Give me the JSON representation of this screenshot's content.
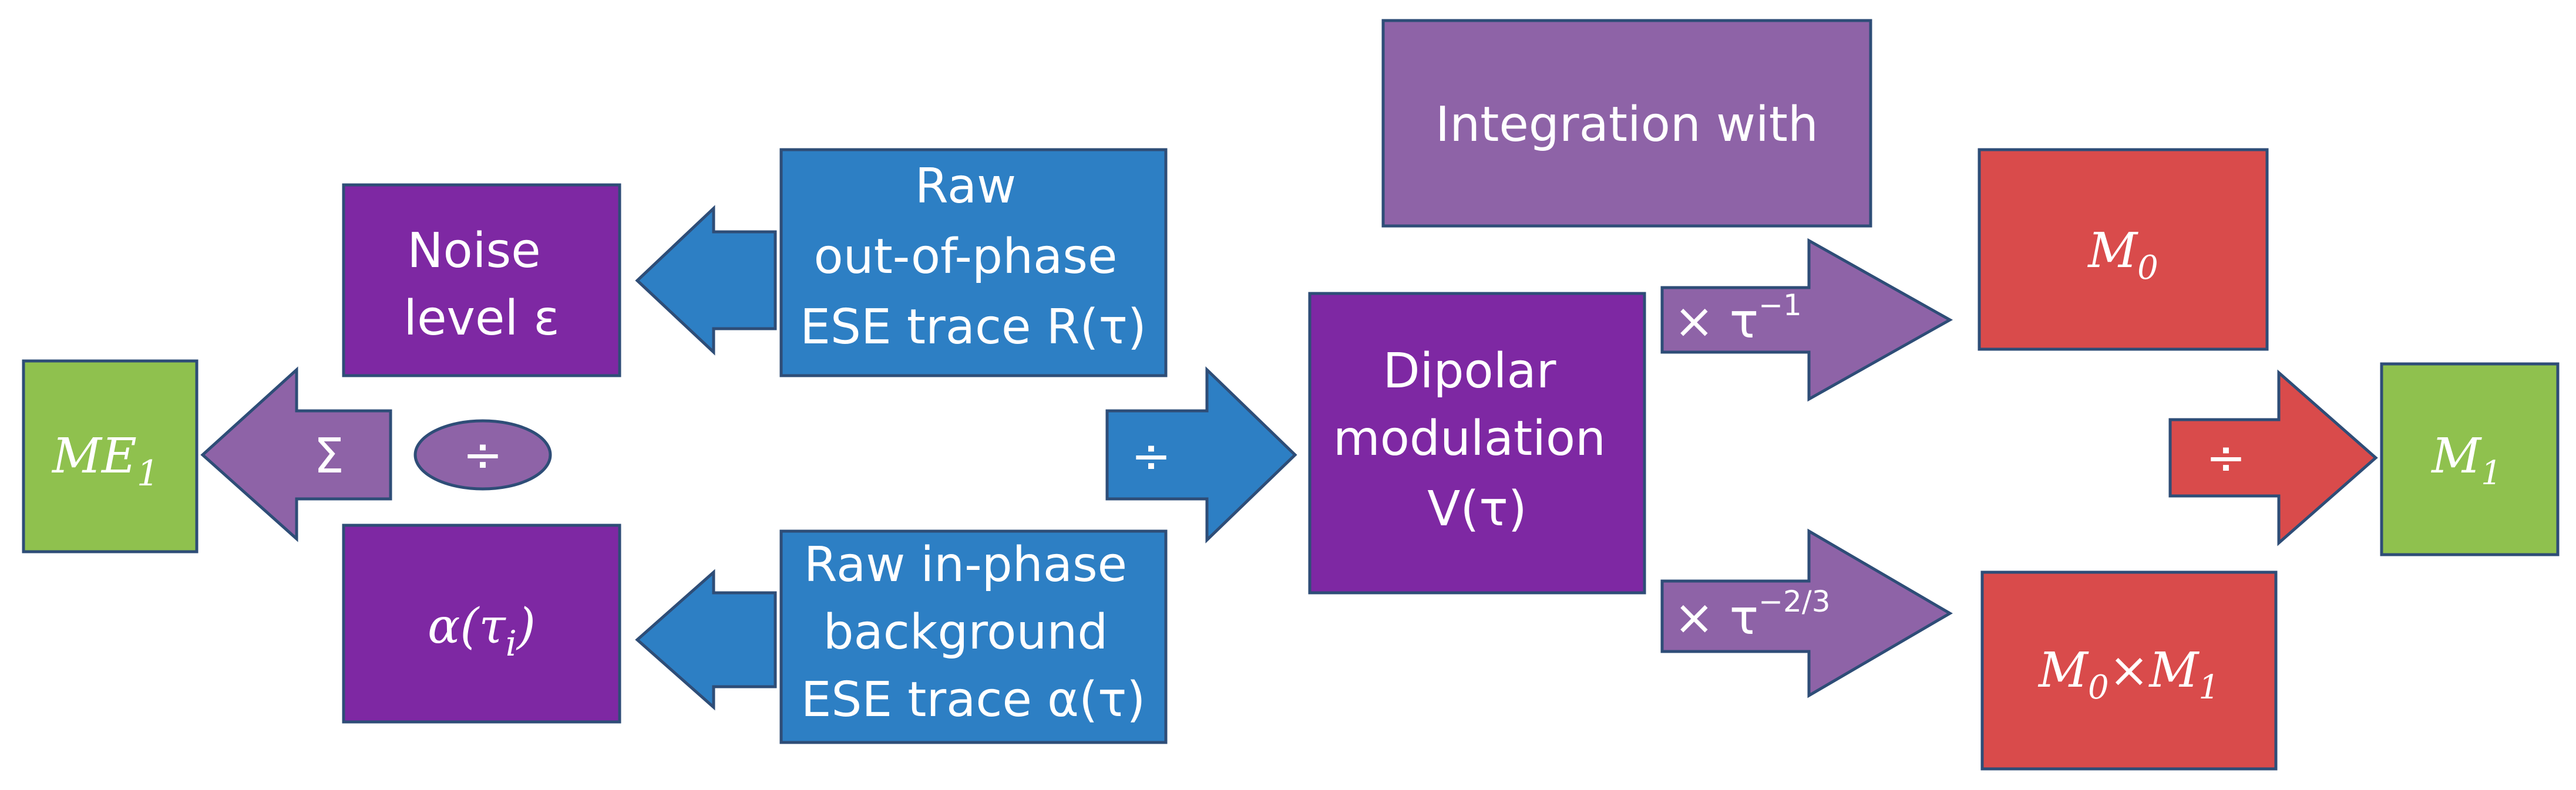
{
  "colors": {
    "purple_box": "#7e28a3",
    "blue_box": "#2d7fc4",
    "lavender": "#8e63a7",
    "red": "#d94b4b",
    "green": "#8fc14e",
    "border": "#2e4d77",
    "text": "#ffffff"
  },
  "nodes": {
    "noise": [
      "Noise",
      "level ε"
    ],
    "alpha_i": [
      "α(τ",
      "i",
      ")"
    ],
    "raw_out": [
      "Raw",
      "out-of-phase",
      "ESE trace R(τ)"
    ],
    "raw_in": [
      "Raw in-phase",
      "background",
      "ESE trace α(τ)"
    ],
    "dipolar": [
      "Dipolar",
      "modulation",
      "V(τ)"
    ],
    "integration": "Integration with",
    "me1": [
      "ME",
      "1"
    ],
    "m0": [
      "M",
      "0"
    ],
    "m0m1": [
      "M",
      "0",
      "×M",
      "1"
    ],
    "m1": [
      "M",
      "1"
    ]
  },
  "operators": {
    "sum": "Σ",
    "divide_oval": "÷",
    "divide_mid": "÷",
    "divide_right": "÷",
    "mult_top": [
      "× τ",
      "−1"
    ],
    "mult_bottom": [
      "× τ",
      "−2/3"
    ]
  }
}
